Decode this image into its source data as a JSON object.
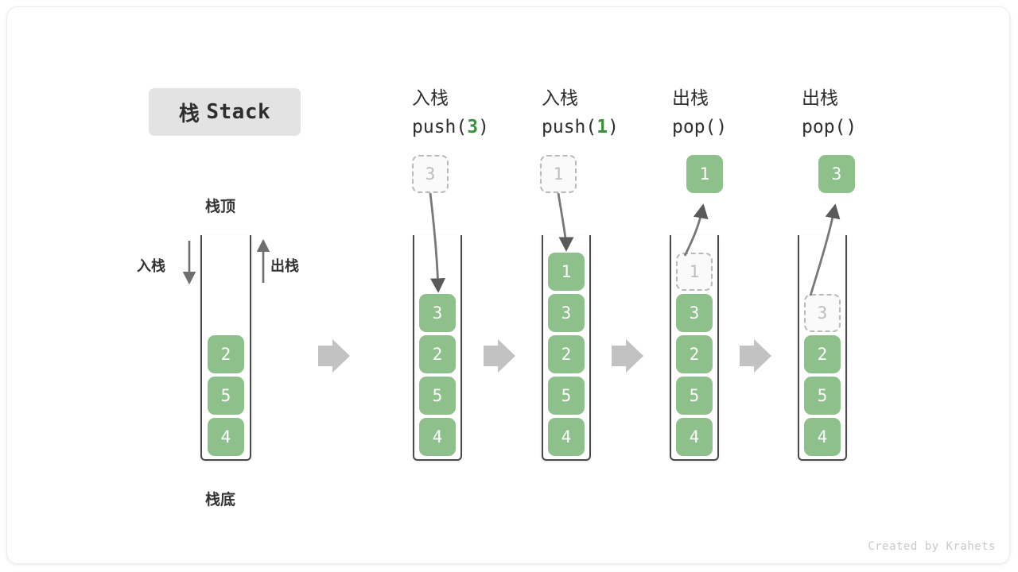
{
  "title": {
    "cjk": "栈",
    "latin": "Stack"
  },
  "labels": {
    "stack_top": "栈顶",
    "stack_bottom": "栈底",
    "push_side": "入栈",
    "pop_side": "出栈"
  },
  "credit": "Created by Krahets",
  "colors": {
    "cell_fill": "#8ec08c",
    "cell_text": "#ffffff",
    "ghost_border": "#b9b9b9",
    "ghost_text": "#bdbdbd",
    "tube_border": "#4a4a4a",
    "arrow_gray": "#c2c2c2",
    "title_bg": "#e3e3e3",
    "accent_green": "#3f8f3f"
  },
  "steps": [
    {
      "id": "initial",
      "caption_cjk": "",
      "caption_code": "",
      "code_prefix": "",
      "code_arg": "",
      "code_suffix": "",
      "cells": [
        "4",
        "5",
        "2"
      ],
      "ghost_top": null,
      "float_value": null,
      "float_kind": null
    },
    {
      "id": "push-3",
      "caption_cjk": "入栈",
      "code_prefix": "push(",
      "code_arg": "3",
      "code_suffix": ")",
      "cells": [
        "4",
        "5",
        "2",
        "3"
      ],
      "ghost_top": null,
      "float_value": "3",
      "float_kind": "ghost"
    },
    {
      "id": "push-1",
      "caption_cjk": "入栈",
      "code_prefix": "push(",
      "code_arg": "1",
      "code_suffix": ")",
      "cells": [
        "4",
        "5",
        "2",
        "3",
        "1"
      ],
      "ghost_top": null,
      "float_value": "1",
      "float_kind": "ghost"
    },
    {
      "id": "pop-1",
      "caption_cjk": "出栈",
      "code_prefix": "pop(",
      "code_arg": "",
      "code_suffix": ")",
      "cells": [
        "4",
        "5",
        "2",
        "3"
      ],
      "ghost_top": "1",
      "float_value": "1",
      "float_kind": "filled"
    },
    {
      "id": "pop-3",
      "caption_cjk": "出栈",
      "code_prefix": "pop(",
      "code_arg": "",
      "code_suffix": ")",
      "cells": [
        "4",
        "5",
        "2"
      ],
      "ghost_top": "3",
      "float_value": "3",
      "float_kind": "filled"
    }
  ]
}
